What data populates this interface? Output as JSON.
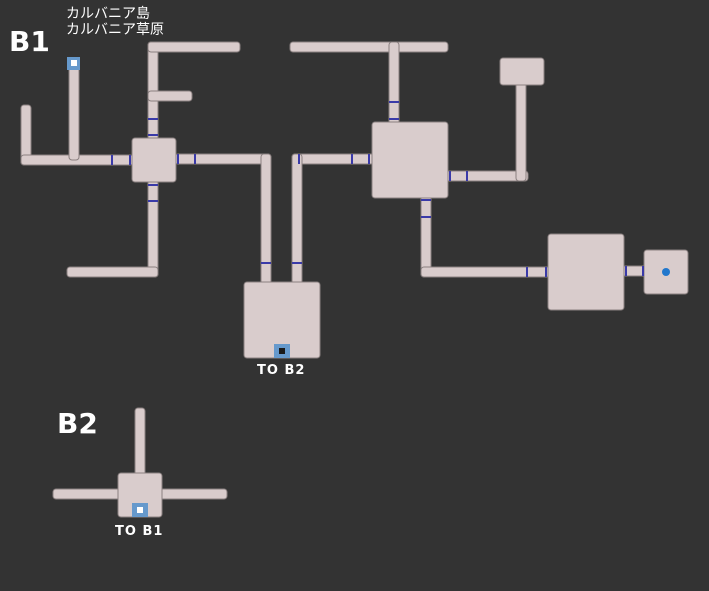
{
  "location": {
    "region": "カルバニア島",
    "area": "カルバニア草原"
  },
  "floors": {
    "b1": {
      "label": "B1"
    },
    "b2": {
      "label": "B2"
    }
  },
  "stairs": {
    "b1_to_b2": "TO B2",
    "b2_to_b1": "TO B1"
  },
  "colors": {
    "background": "#333333",
    "floor_fill": "#d9cccc",
    "floor_edge": "#8a8080",
    "door": "#3a3aa8",
    "stairs": "#6699cc",
    "marker": "#2277cc"
  }
}
